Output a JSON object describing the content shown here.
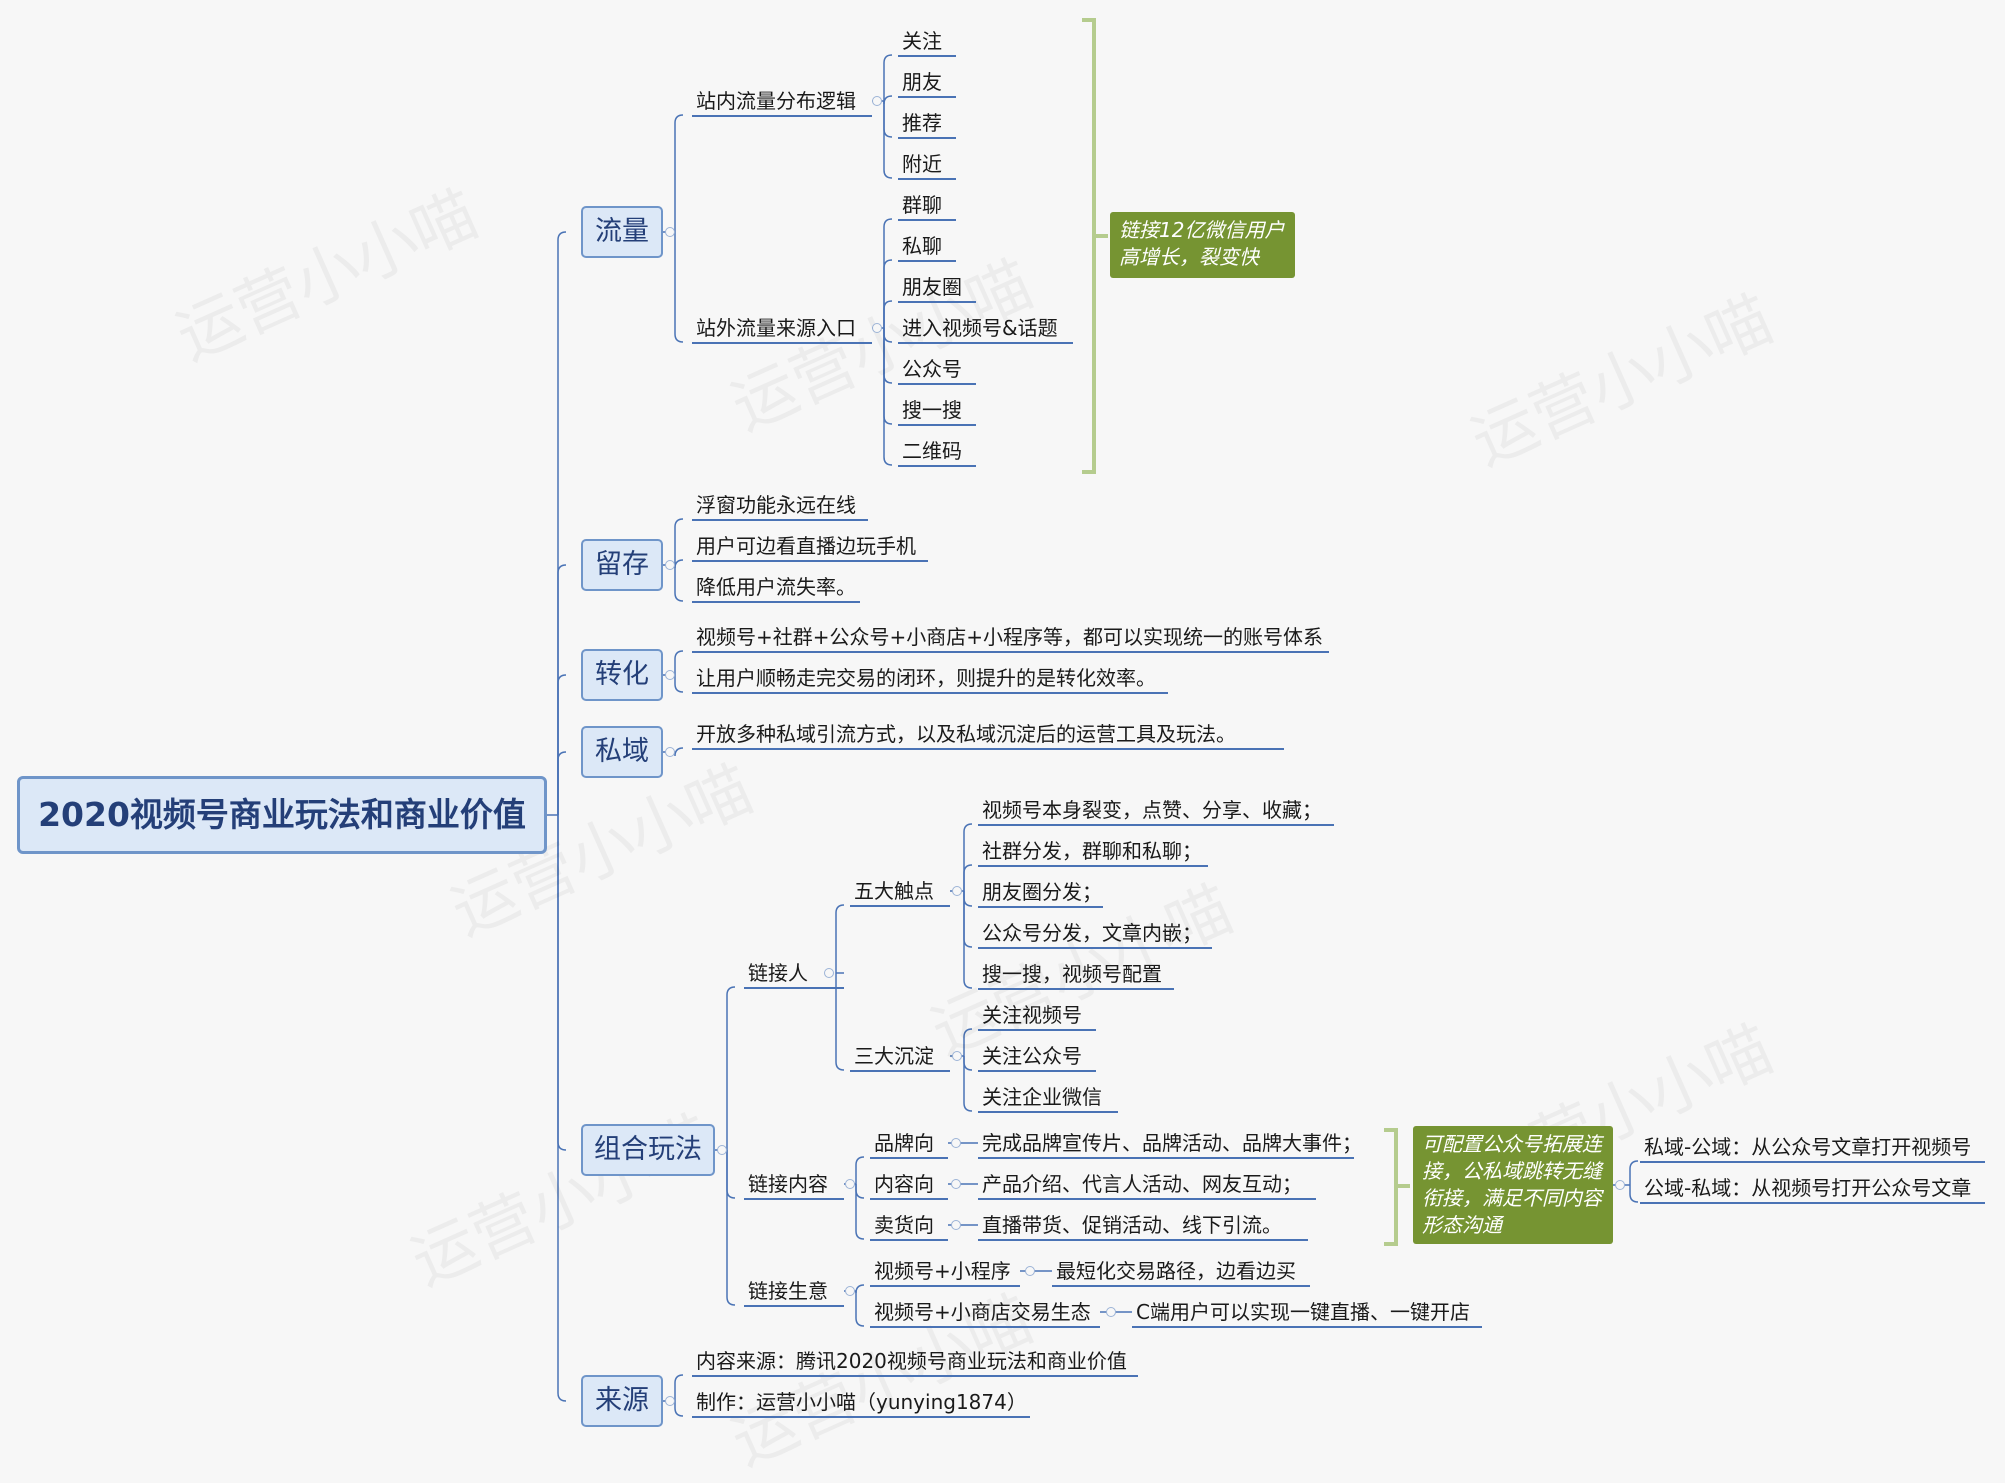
{
  "root": "2020视频号商业玩法和商业价值",
  "watermark": "运营小小喵",
  "branches": {
    "traffic": {
      "title": "流量",
      "onsite": {
        "title": "站内流量分布逻辑",
        "items": [
          "关注",
          "朋友",
          "推荐",
          "附近"
        ]
      },
      "offsite": {
        "title": "站外流量来源入口",
        "items": [
          "群聊",
          "私聊",
          "朋友圈",
          "进入视频号&话题",
          "公众号",
          "搜一搜",
          "二维码"
        ]
      },
      "note": "链接12亿微信用户高增长，裂变快"
    },
    "retention": {
      "title": "留存",
      "items": [
        "浮窗功能永远在线",
        "用户可边看直播边玩手机",
        "降低用户流失率。"
      ]
    },
    "conversion": {
      "title": "转化",
      "items": [
        "视频号+社群+公众号+小商店+小程序等，都可以实现统一的账号体系",
        "让用户顺畅走完交易的闭环，则提升的是转化效率。"
      ]
    },
    "private": {
      "title": "私域",
      "items": [
        "开放多种私域引流方式，以及私域沉淀后的运营工具及玩法。"
      ]
    },
    "combo": {
      "title": "组合玩法",
      "people": {
        "title": "链接人",
        "five": {
          "title": "五大触点",
          "items": [
            "视频号本身裂变，点赞、分享、收藏；",
            "社群分发，群聊和私聊；",
            "朋友圈分发；",
            "公众号分发，文章内嵌；",
            "搜一搜，视频号配置"
          ]
        },
        "three": {
          "title": "三大沉淀",
          "items": [
            "关注视频号",
            "关注公众号",
            "关注企业微信"
          ]
        }
      },
      "content": {
        "title": "链接内容",
        "rows": [
          {
            "label": "品牌向",
            "detail": "完成品牌宣传片、品牌活动、品牌大事件；"
          },
          {
            "label": "内容向",
            "detail": "产品介绍、代言人活动、网友互动；"
          },
          {
            "label": "卖货向",
            "detail": "直播带货、促销活动、线下引流。"
          }
        ],
        "note": "可配置公众号拓展连接，公私域跳转无缝衔接，满足不同内容形态沟通",
        "paths": [
          "私域-公域：从公众号文章打开视频号",
          "公域-私域：从视频号打开公众号文章"
        ]
      },
      "business": {
        "title": "链接生意",
        "rows": [
          {
            "label": "视频号+小程序",
            "detail": "最短化交易路径，边看边买"
          },
          {
            "label": "视频号+小商店交易生态",
            "detail": "C端用户可以实现一键直播、一键开店"
          }
        ]
      }
    },
    "source": {
      "title": "来源",
      "items": [
        "内容来源：腾讯2020视频号商业玩法和商业价值",
        "制作：运营小小喵（yunying1874）"
      ]
    }
  },
  "colors": {
    "connector": "#4a73b5",
    "node_fill": "#dce8f7",
    "node_border": "#6f95c9",
    "note_fill": "#769432",
    "bracket": "#b5cc8e",
    "title_text": "#243f78"
  }
}
